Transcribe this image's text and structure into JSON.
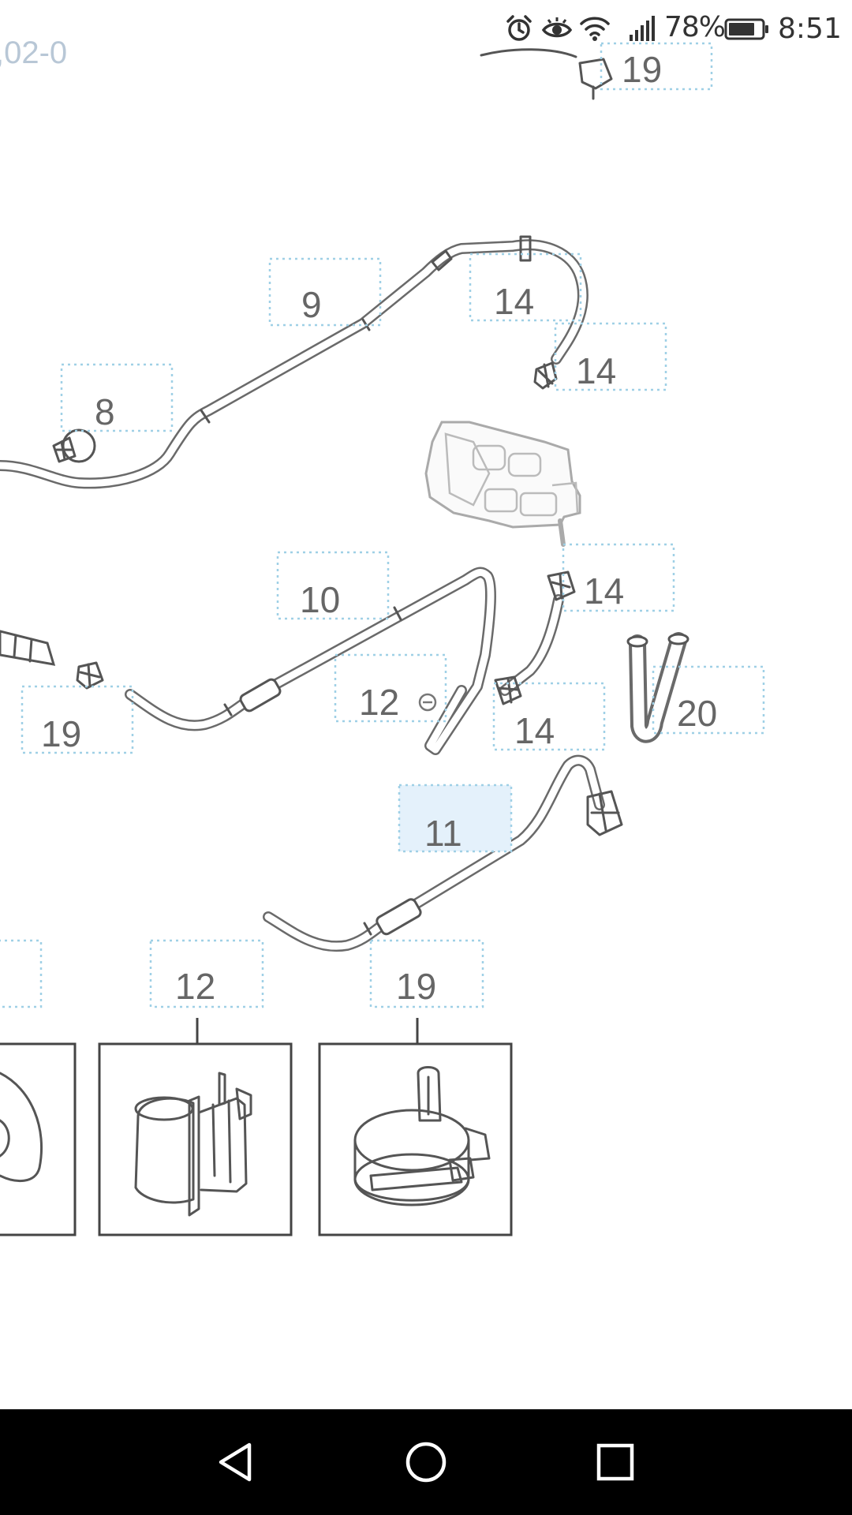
{
  "status_bar": {
    "battery_percent": "78%",
    "time": "8:51",
    "icons": [
      "alarm-icon",
      "eye-comfort-icon",
      "wifi-icon",
      "signal-icon",
      "battery-icon"
    ]
  },
  "diagram": {
    "header_fragment": ",02-0",
    "callouts": [
      {
        "id": "c19-top",
        "label": "19"
      },
      {
        "id": "c9",
        "label": "9"
      },
      {
        "id": "c14-a",
        "label": "14"
      },
      {
        "id": "c14-b",
        "label": "14"
      },
      {
        "id": "c8",
        "label": "8"
      },
      {
        "id": "c14-c",
        "label": "14"
      },
      {
        "id": "c10",
        "label": "10"
      },
      {
        "id": "c12-mid",
        "label": "12"
      },
      {
        "id": "c19-left",
        "label": "19"
      },
      {
        "id": "c14-d",
        "label": "14"
      },
      {
        "id": "c20",
        "label": "20"
      },
      {
        "id": "c11",
        "label": "11",
        "selected": true
      },
      {
        "id": "c12-bottom",
        "label": "12"
      },
      {
        "id": "c19-bottom",
        "label": "19"
      }
    ],
    "colors": {
      "callout_border": "#9fd0e6",
      "callout_selected_fill": "#e4f1fb",
      "callout_text": "#666666",
      "line_art": "#555555"
    }
  },
  "nav_bar": {
    "buttons": [
      {
        "name": "back",
        "icon": "back-triangle-icon"
      },
      {
        "name": "home",
        "icon": "home-circle-icon"
      },
      {
        "name": "recents",
        "icon": "recents-square-icon"
      }
    ],
    "background": "#000000"
  }
}
